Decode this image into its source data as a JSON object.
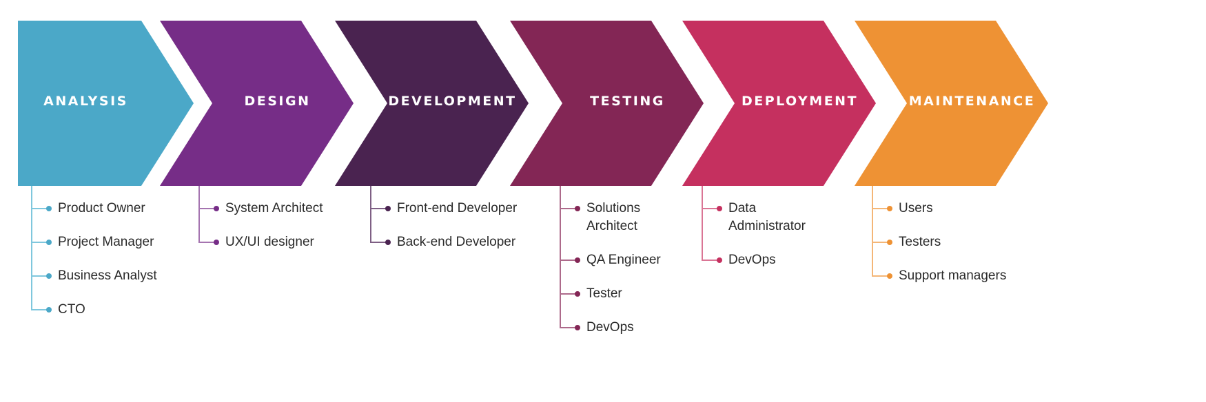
{
  "phases": [
    {
      "title": "ANALYSIS",
      "color": "#4BA8C8",
      "line": "#7FC7DD",
      "roles": [
        "Product Owner",
        "Project Manager",
        "Business Analyst",
        "CTO"
      ]
    },
    {
      "title": "DESIGN",
      "color": "#762D87",
      "line": "#A574B0",
      "roles": [
        "System Architect",
        "UX/UI designer"
      ]
    },
    {
      "title": "DEVELOPMENT",
      "color": "#4A2350",
      "line": "#7E5F84",
      "roles": [
        "Front-end Developer",
        "Back-end Developer"
      ]
    },
    {
      "title": "TESTING",
      "color": "#832655",
      "line": "#AD6A8B",
      "roles": [
        "Solutions\nArchitect",
        "QA Engineer",
        "Tester",
        "DevOps"
      ]
    },
    {
      "title": "DEPLOYMENT",
      "color": "#C5305F",
      "line": "#DA7595",
      "roles": [
        "Data\nAdministrator",
        "DevOps"
      ]
    },
    {
      "title": "MAINTENANCE",
      "color": "#EE9234",
      "line": "#F4B677",
      "roles": [
        "Users",
        "Testers",
        "Support managers"
      ]
    }
  ]
}
